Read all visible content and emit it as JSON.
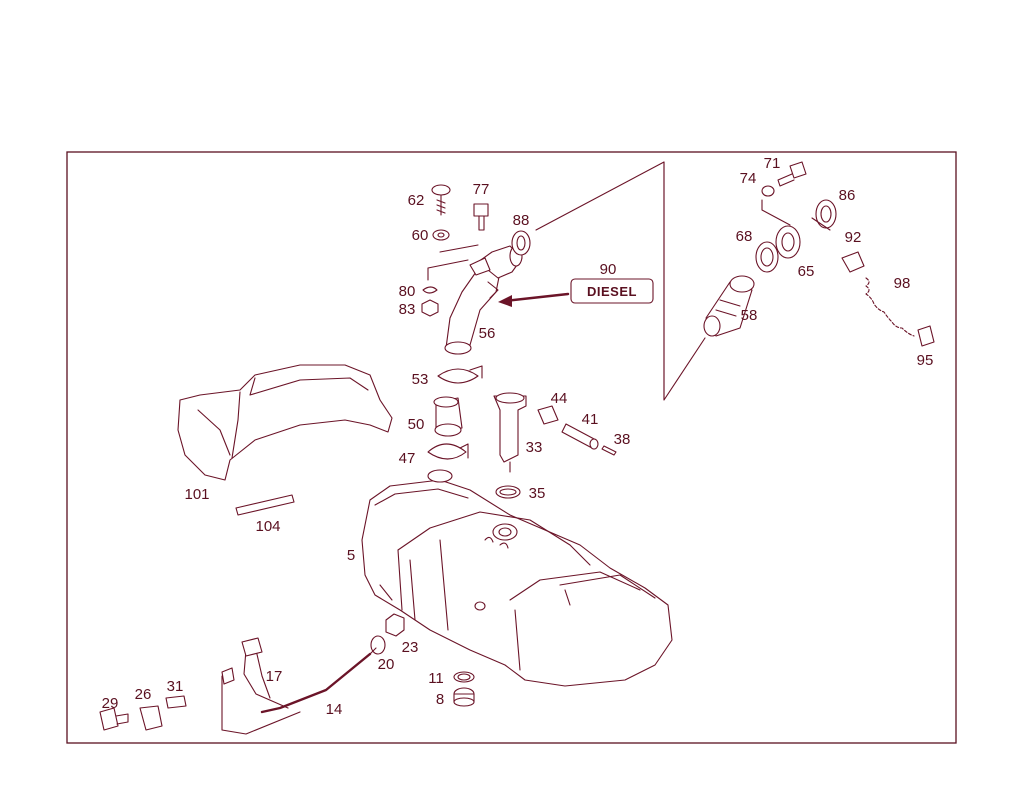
{
  "diagram": {
    "tag_text": "DIESEL",
    "callouts": {
      "c5": "5",
      "c8": "8",
      "c11": "11",
      "c14": "14",
      "c17": "17",
      "c20": "20",
      "c23": "23",
      "c26": "26",
      "c29": "29",
      "c31": "31",
      "c33": "33",
      "c35": "35",
      "c38": "38",
      "c41": "41",
      "c44": "44",
      "c47": "47",
      "c50": "50",
      "c53": "53",
      "c56": "56",
      "c58": "58",
      "c60": "60",
      "c62": "62",
      "c65": "65",
      "c68": "68",
      "c71": "71",
      "c74": "74",
      "c77": "77",
      "c80": "80",
      "c83": "83",
      "c86": "86",
      "c88": "88",
      "c90": "90",
      "c92": "92",
      "c95": "95",
      "c98": "98",
      "c101": "101",
      "c104": "104"
    },
    "line_color": "#6b1428",
    "frame_color": "#5a1020"
  }
}
